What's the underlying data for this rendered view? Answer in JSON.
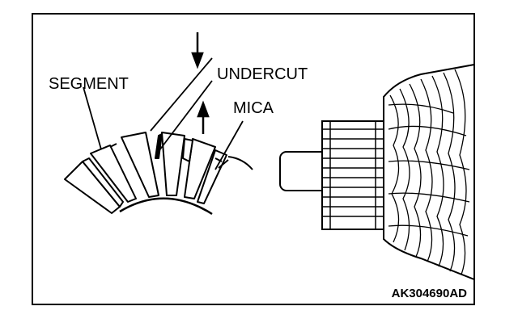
{
  "diagram": {
    "labels": {
      "segment": "SEGMENT",
      "undercut": "UNDERCUT",
      "mica": "MICA"
    },
    "figure_code": "AK304690AD",
    "icons": [
      "commutator-cross-section-icon",
      "armature-commutator-icon"
    ]
  }
}
